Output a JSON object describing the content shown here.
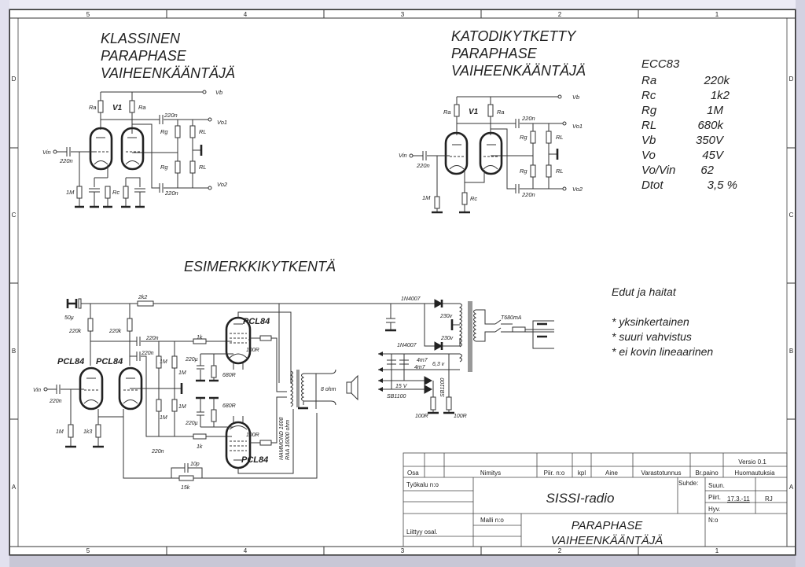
{
  "frame": {
    "columns": [
      "5",
      "4",
      "3",
      "2",
      "1"
    ],
    "rows": [
      "D",
      "C",
      "B",
      "A"
    ]
  },
  "classic": {
    "title_lines": [
      "KLASSINEN",
      "PARAPHASE",
      "VAIHEENKÄÄNTÄJÄ"
    ],
    "labels": {
      "vb": "Vb",
      "vo1": "Vo1",
      "vo2": "Vo2",
      "vin": "Vin",
      "v1": "V1",
      "ra": "Ra",
      "rg": "Rg",
      "rl": "RL",
      "rc": "Rc",
      "r1m": "1M",
      "c220n": "220n"
    }
  },
  "cathode": {
    "title_lines": [
      "KATODIKYTKETTY",
      "PARAPHASE",
      "VAIHEENKÄÄNTÄJÄ"
    ],
    "labels": {
      "vb": "Vb",
      "vo1": "Vo1",
      "vo2": "Vo2",
      "vin": "Vin",
      "v1": "V1",
      "ra": "Ra",
      "rg": "Rg",
      "rl": "RL",
      "rc": "Rc",
      "r1m": "1M",
      "c220n": "220n"
    }
  },
  "specs": {
    "tube": "ECC83",
    "rows": [
      {
        "name": "Ra",
        "value": "220k"
      },
      {
        "name": "Rc",
        "value": "1k2"
      },
      {
        "name": "Rg",
        "value": "1M"
      },
      {
        "name": "RL",
        "value": "680k"
      },
      {
        "name": "Vb",
        "value": "350V"
      },
      {
        "name": "Vo",
        "value": "45V"
      },
      {
        "name": "Vo/Vin",
        "value": "62"
      },
      {
        "name": "Dtot",
        "value": "3,5 %"
      }
    ]
  },
  "example": {
    "title": "ESIMERKKIKYTKENTÄ",
    "labels": {
      "vin": "Vin",
      "c50u": "50µ",
      "r2k2": "2k2",
      "r220k": "220k",
      "c220n": "220n",
      "pcl84": "PCL84",
      "r1k": "1k",
      "r100r": "100R",
      "c220u": "220µ",
      "r680r": "680R",
      "r1m": "1M",
      "r1k3": "1k3",
      "c10p": "10p",
      "r15k": "15k",
      "ohm8": "8 ohm",
      "hammond1": "HAMMOND 1608",
      "hammond2": "RAA 16000 ohm",
      "d1n4007": "1N4007",
      "v230": "230v",
      "fuse": "T680mA",
      "c4m7": "4m7",
      "v63": "6,3 v",
      "v15": "15 V",
      "sb1100": "SB1100"
    }
  },
  "notes": {
    "heading": "Edut ja haitat",
    "items": [
      "* yksinkertainen",
      "* suuri vahvistus",
      "* ei kovin lineaarinen"
    ]
  },
  "title_block": {
    "versio": "Versio 0.1",
    "headers": [
      "Osa",
      "Nimitys",
      "Piir. n:o",
      "kpl",
      "Aine",
      "Varastotunnus",
      "Br.paino",
      "Huomautuksia"
    ],
    "tyokalu": "Työkalu n:o",
    "project": "SISSI-radio",
    "suhde": "Suhde:",
    "suun": "Suun.",
    "piirt": "Piirt.",
    "date": "17.3.-11",
    "author": "RJ",
    "hyv": "Hyv.",
    "malli": "Malli n:o",
    "drawing_title_1": "PARAPHASE",
    "drawing_title_2": "VAIHEENKÄÄNTÄJÄ",
    "liittyy": "Liittyy osal.",
    "no": "N:o"
  }
}
